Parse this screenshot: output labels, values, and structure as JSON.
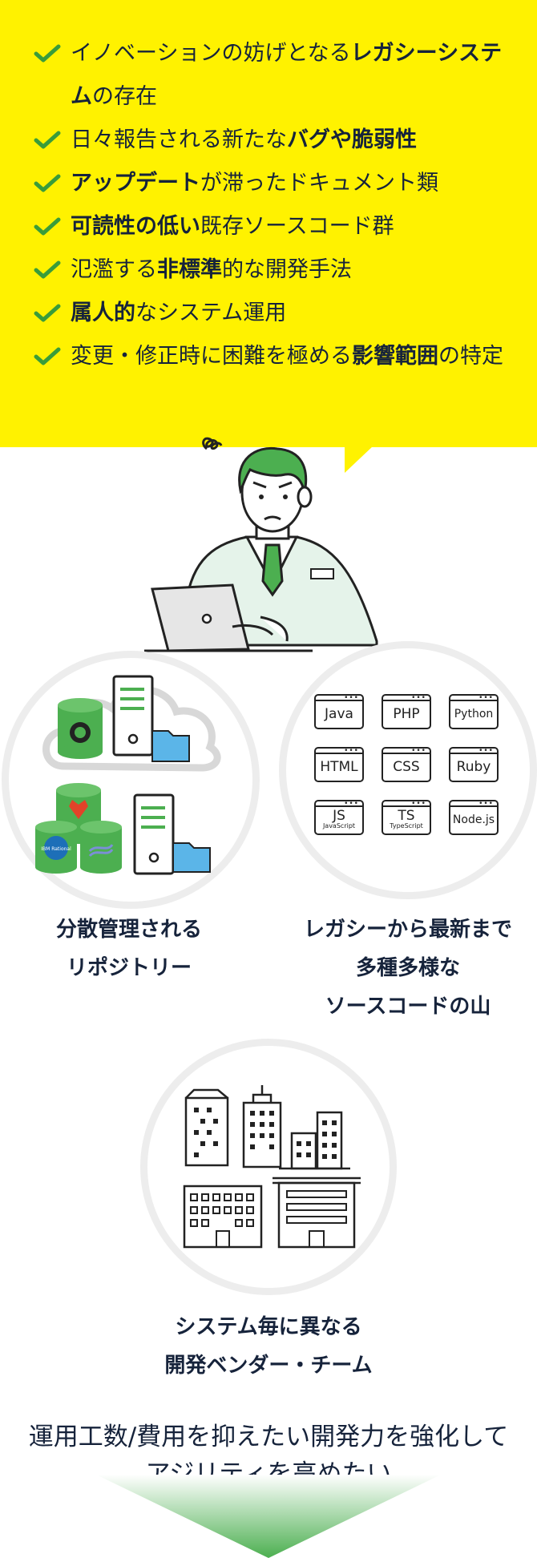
{
  "checklist": [
    {
      "parts": [
        {
          "t": "イノベーションの妨げとなる",
          "b": false
        },
        {
          "t": "レガシーシステム",
          "b": true
        },
        {
          "t": "の存在",
          "b": false
        }
      ]
    },
    {
      "parts": [
        {
          "t": "日々報告される新たな",
          "b": false
        },
        {
          "t": "バグや脆弱性",
          "b": true
        }
      ]
    },
    {
      "parts": [
        {
          "t": "アップデート",
          "b": true
        },
        {
          "t": "が滞ったドキュメント類",
          "b": false
        }
      ]
    },
    {
      "parts": [
        {
          "t": "可読性の低い",
          "b": true
        },
        {
          "t": "既存ソースコード群",
          "b": false
        }
      ]
    },
    {
      "parts": [
        {
          "t": "氾濫する",
          "b": false
        },
        {
          "t": "非標準",
          "b": true
        },
        {
          "t": "的な開発手法",
          "b": false
        }
      ]
    },
    {
      "parts": [
        {
          "t": "属人的",
          "b": true
        },
        {
          "t": "なシステム運用",
          "b": false
        }
      ]
    },
    {
      "parts": [
        {
          "t": "変更・修正時に困難を極める",
          "b": false
        },
        {
          "t": "影響範囲",
          "b": true
        },
        {
          "t": "の特定",
          "b": false
        }
      ]
    }
  ],
  "languages": [
    {
      "label": "Java",
      "sub": ""
    },
    {
      "label": "PHP",
      "sub": ""
    },
    {
      "label": "Python",
      "sub": ""
    },
    {
      "label": "HTML",
      "sub": ""
    },
    {
      "label": "CSS",
      "sub": ""
    },
    {
      "label": "Ruby",
      "sub": ""
    },
    {
      "label": "JS",
      "sub": "JavaScript"
    },
    {
      "label": "TS",
      "sub": "TypeScript"
    },
    {
      "label": "Node.js",
      "sub": ""
    }
  ],
  "repo_logo_text": "IBM Rational",
  "captions": {
    "repos": [
      "分散管理される",
      "リポジトリー"
    ],
    "sources": [
      "レガシーから最新まで",
      "多種多様な",
      "ソースコードの山"
    ],
    "vendors": [
      "システム毎に異なる",
      "開発ベンダー・チーム"
    ]
  },
  "bottom_text": [
    "運用工数/費用を抑えたい開発力を強化して",
    "アジリティを高めたい"
  ],
  "colors": {
    "yellow": "#fff200",
    "green": "#4caf50",
    "check": "#3a9c3a",
    "navy": "#16233b",
    "circle": "#ededed",
    "folder": "#5bb5e8"
  }
}
